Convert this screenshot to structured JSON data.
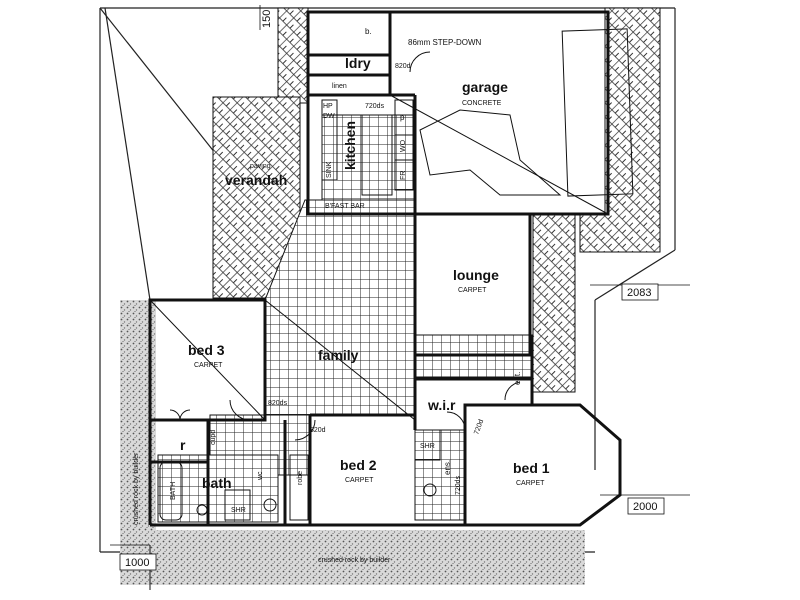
{
  "rooms": {
    "garage": "garage",
    "garage_floor": "CONCRETE",
    "lounge": "lounge",
    "lounge_floor": "CARPET",
    "family": "family",
    "bed3": "bed 3",
    "bed3_floor": "CARPET",
    "bed2": "bed 2",
    "bed2_floor": "CARPET",
    "bed1": "bed 1",
    "bed1_floor": "CARPET",
    "bath": "bath",
    "kitchen": "kitchen",
    "ldry": "ldry",
    "verandah": "verandah",
    "paving": "paving",
    "wir": "w.i.r",
    "ens": "ens.",
    "ent": "ent."
  },
  "labels": {
    "step_down": "86mm STEP-DOWN",
    "bfast_bar": "B'FAST BAR",
    "crushed_rock": "crushed rock by builder",
    "linen": "linen",
    "robe": "robe",
    "cupd": "cupd",
    "shr": "SHR",
    "bath_fixture": "BATH",
    "wo": "WO",
    "fr": "FR",
    "p": "p",
    "dw": "DW",
    "hp": "HP",
    "sink": "SINK",
    "r": "r",
    "b": "b.",
    "d820": "820d",
    "d720": "720d",
    "d820s": "820ds",
    "d720s": "720ds",
    "wc": "wc"
  },
  "dimensions": {
    "d150": "150",
    "d2083": "2083",
    "d2000": "2000",
    "d1000": "1000"
  }
}
